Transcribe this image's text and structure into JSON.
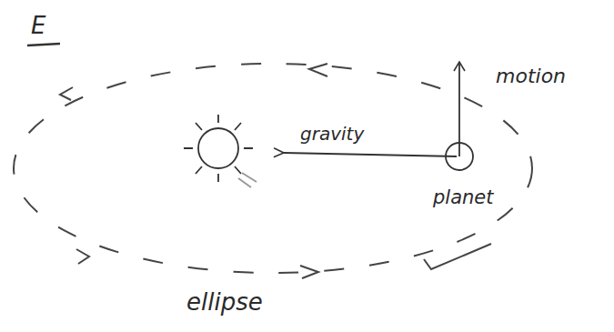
{
  "diagram": {
    "labels": [
      "E",
      "gravity",
      "motion",
      "planet",
      "ellipse"
    ]
  }
}
